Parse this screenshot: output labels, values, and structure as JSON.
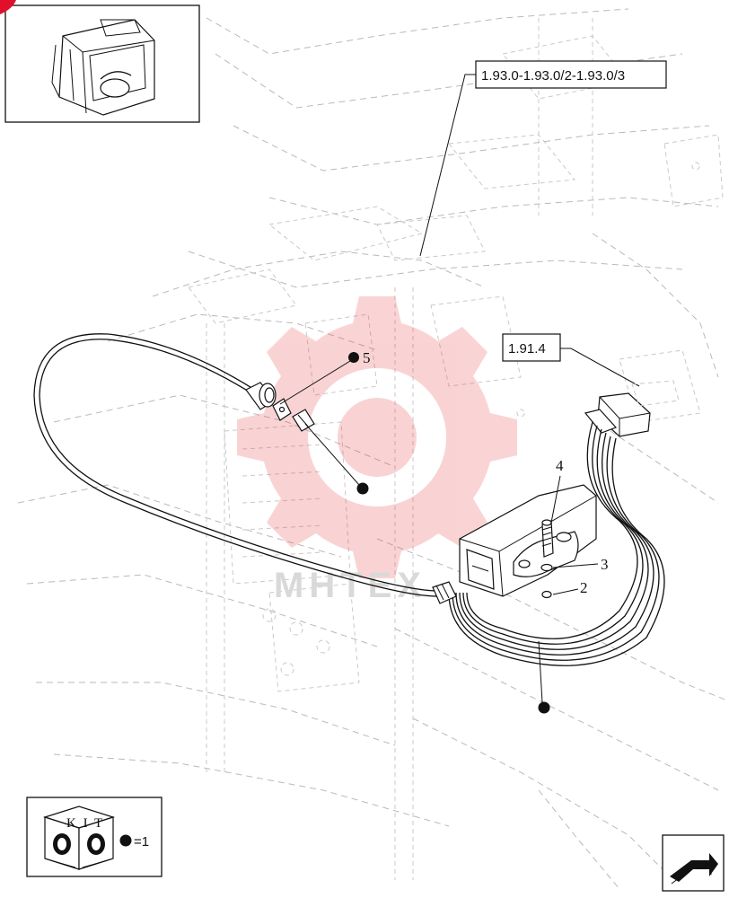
{
  "references": {
    "ref_top": "1.93.0-1.93.0/2-1.93.0/3",
    "ref_mid": "1.91.4"
  },
  "callouts": {
    "c2": "2",
    "c3": "3",
    "c4": "4",
    "c5": "5"
  },
  "kit_legend": {
    "kit_text": "K I T",
    "equals_text": "=1"
  },
  "watermark": {
    "text": "МНТЕХ",
    "color": "#e83a3a"
  },
  "icons": {
    "corner_marker": "red-corner-marker",
    "nav_arrow": "next-page-arrow-icon"
  }
}
